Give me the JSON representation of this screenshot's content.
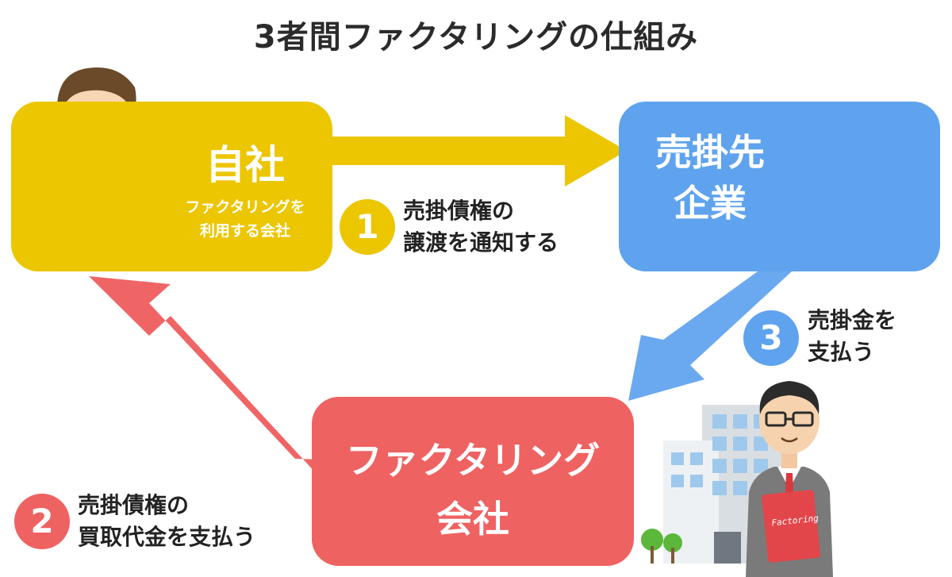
{
  "title": "3者間ファクタリングの仕組み",
  "nodes": {
    "self_company": {
      "name": "自社",
      "sub_lines": [
        "ファクタリングを",
        "利用する会社"
      ]
    },
    "buyer_company": {
      "name_lines": [
        "売掛先",
        "企業"
      ]
    },
    "factoring_company": {
      "name_lines": [
        "ファクタリング",
        "会社"
      ]
    }
  },
  "steps": [
    {
      "number": "1",
      "lines": [
        "売掛債権の",
        "譲渡を通知する"
      ]
    },
    {
      "number": "2",
      "lines": [
        "売掛債権の",
        "買取代金を支払う"
      ]
    },
    {
      "number": "3",
      "lines": [
        "売掛金を",
        "支払う"
      ]
    }
  ],
  "illustration": {
    "folder_label": "Factoring"
  },
  "colors": {
    "self": "#ecc600",
    "buyer": "#5fa3ee",
    "factoring": "#ef6262",
    "arrow_yellow": "#ecc600",
    "arrow_blue": "#6aa9ef",
    "arrow_red": "#ef6565"
  }
}
